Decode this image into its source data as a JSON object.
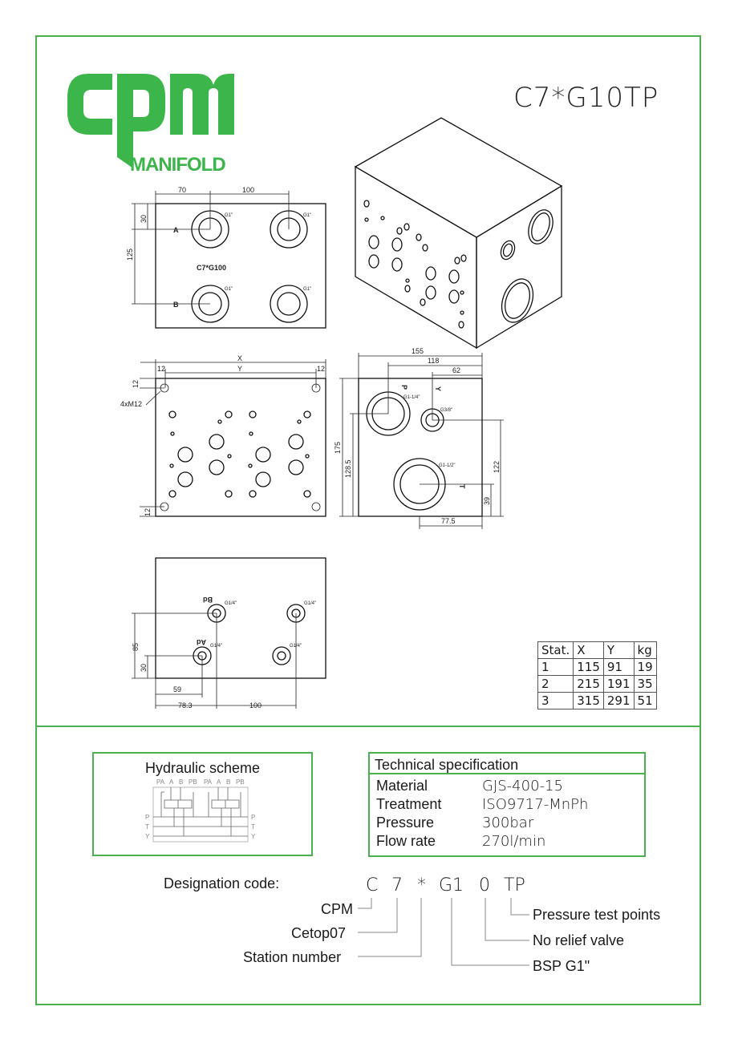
{
  "title": "C7*G10TP",
  "logo": {
    "letters": "CPM",
    "word": "MANIFOLD",
    "color": "#3cb54a"
  },
  "drawing": {
    "top_view": {
      "label": "C7*G100",
      "dims": [
        "70",
        "100",
        "30",
        "125"
      ],
      "ports": [
        "A",
        "B"
      ],
      "thread": "G1\""
    },
    "front_view": {
      "dims": [
        "X",
        "Y",
        "12",
        "12",
        "12",
        "12"
      ],
      "note": "4xM12"
    },
    "side_view": {
      "dims": [
        "155",
        "118",
        "62",
        "175",
        "128.5",
        "122",
        "39",
        "77.5"
      ],
      "ports": [
        "P",
        "Y",
        "T"
      ],
      "threads": [
        "G1-1/4\"",
        "G3/8\"",
        "G1-1/2\""
      ]
    },
    "bottom_view": {
      "dims": [
        "85",
        "30",
        "59",
        "78.3",
        "100"
      ],
      "ports": [
        "Bd",
        "Ad"
      ],
      "thread": "G1/4\""
    }
  },
  "stat_table": {
    "headers": [
      "Stat.",
      "X",
      "Y",
      "kg"
    ],
    "rows": [
      [
        "1",
        "115",
        "91",
        "19"
      ],
      [
        "2",
        "215",
        "191",
        "35"
      ],
      [
        "3",
        "315",
        "291",
        "51"
      ]
    ]
  },
  "hydraulic_scheme": {
    "title": "Hydraulic scheme",
    "top_labels": [
      "PA",
      "A",
      "B",
      "PB",
      "PA",
      "A",
      "B",
      "PB"
    ],
    "side_labels": [
      "P",
      "T",
      "Y"
    ]
  },
  "tech_spec": {
    "title": "Technical specification",
    "rows": [
      {
        "label": "Material",
        "value": "GJS-400-15"
      },
      {
        "label": "Treatment",
        "value": "ISO9717-MnPh"
      },
      {
        "label": "Pressure",
        "value": "300bar"
      },
      {
        "label": "Flow rate",
        "value": "270l/min"
      }
    ]
  },
  "designation": {
    "label": "Designation code:",
    "code": [
      "C",
      "7",
      "*",
      "G1",
      "0",
      "TP"
    ],
    "legend": {
      "cpm": "CPM",
      "cetop": "Cetop07",
      "station": "Station number",
      "bsp": "BSP G1\"",
      "relief": "No relief valve",
      "test": "Pressure test points"
    }
  },
  "colors": {
    "accent": "#4caf50"
  }
}
